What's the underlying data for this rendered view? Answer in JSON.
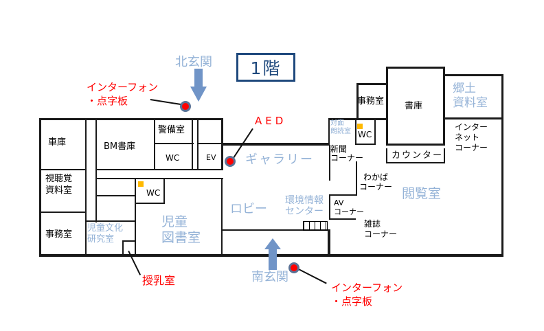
{
  "floor_title": "1階",
  "entrances": {
    "north": "北玄関",
    "south": "南玄関"
  },
  "annotations": {
    "intercom_north": "インターフォン\n・点字板",
    "intercom_south": "インターフォン\n・点字板",
    "aed": "AED",
    "nursing_room": "授乳室"
  },
  "rooms": {
    "garage": "車庫",
    "bm_stacks": "BM書庫",
    "security_office": "警備室",
    "wc_north": "WC",
    "elevator": "EV",
    "audiovisual_room": "視聴覚\n資料室",
    "office_west": "事務室",
    "children_culture_lab": "児童文化\n研究室",
    "wc_children": "WC",
    "children_library": "児童\n図書室",
    "gallery": "ギャラリー",
    "lobby": "ロビー",
    "env_info_center": "環境情報\nセンター",
    "face_to_face_reading": "対面\n朗読室",
    "newspaper_corner": "新聞\nコーナー",
    "wc_east": "WC",
    "office_east": "事務室",
    "stacks": "書庫",
    "local_materials_room": "郷土\n資料室",
    "internet_corner": "インター\nネット\nコーナー",
    "counter": "カウンター",
    "wakaba_corner": "わかば\nコーナー",
    "av_corner": "AV\nコーナー",
    "magazine_corner": "雑誌\nコーナー",
    "reading_room": "閲覧室"
  },
  "colors": {
    "room_label_blue": "#95b3d7",
    "title_dark_blue": "#1f497d",
    "annotation_red": "#ff0000",
    "arrow_blue": "#7094c7",
    "marker_orange": "#ffb900",
    "location_dot_red": "#ff0000",
    "location_dot_ring": "#5a7296",
    "wall_black": "#1a1a1a"
  }
}
